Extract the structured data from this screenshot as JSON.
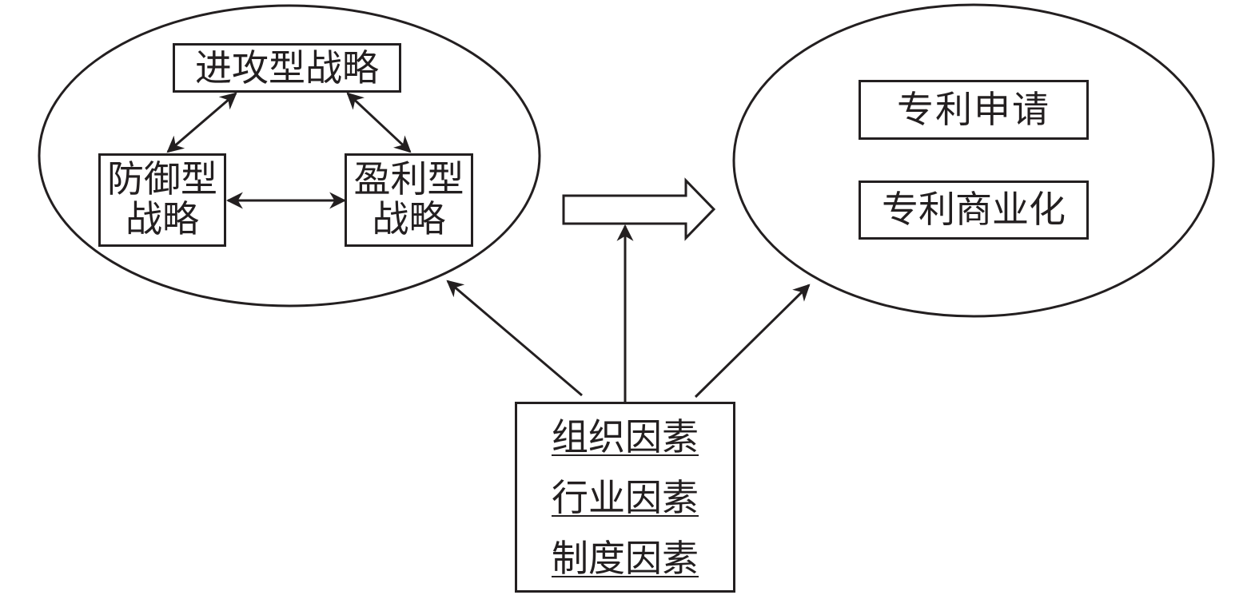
{
  "strategies": {
    "offensive": "进攻型战略",
    "defensive": "防御型战略",
    "profit": "盈利型战略"
  },
  "outcomes": {
    "application": "专利申请",
    "commercialization": "专利商业化"
  },
  "factors": [
    "组织因素",
    "行业因素",
    "制度因素"
  ],
  "colors": {
    "stroke": "#231f20",
    "background": "#ffffff"
  }
}
